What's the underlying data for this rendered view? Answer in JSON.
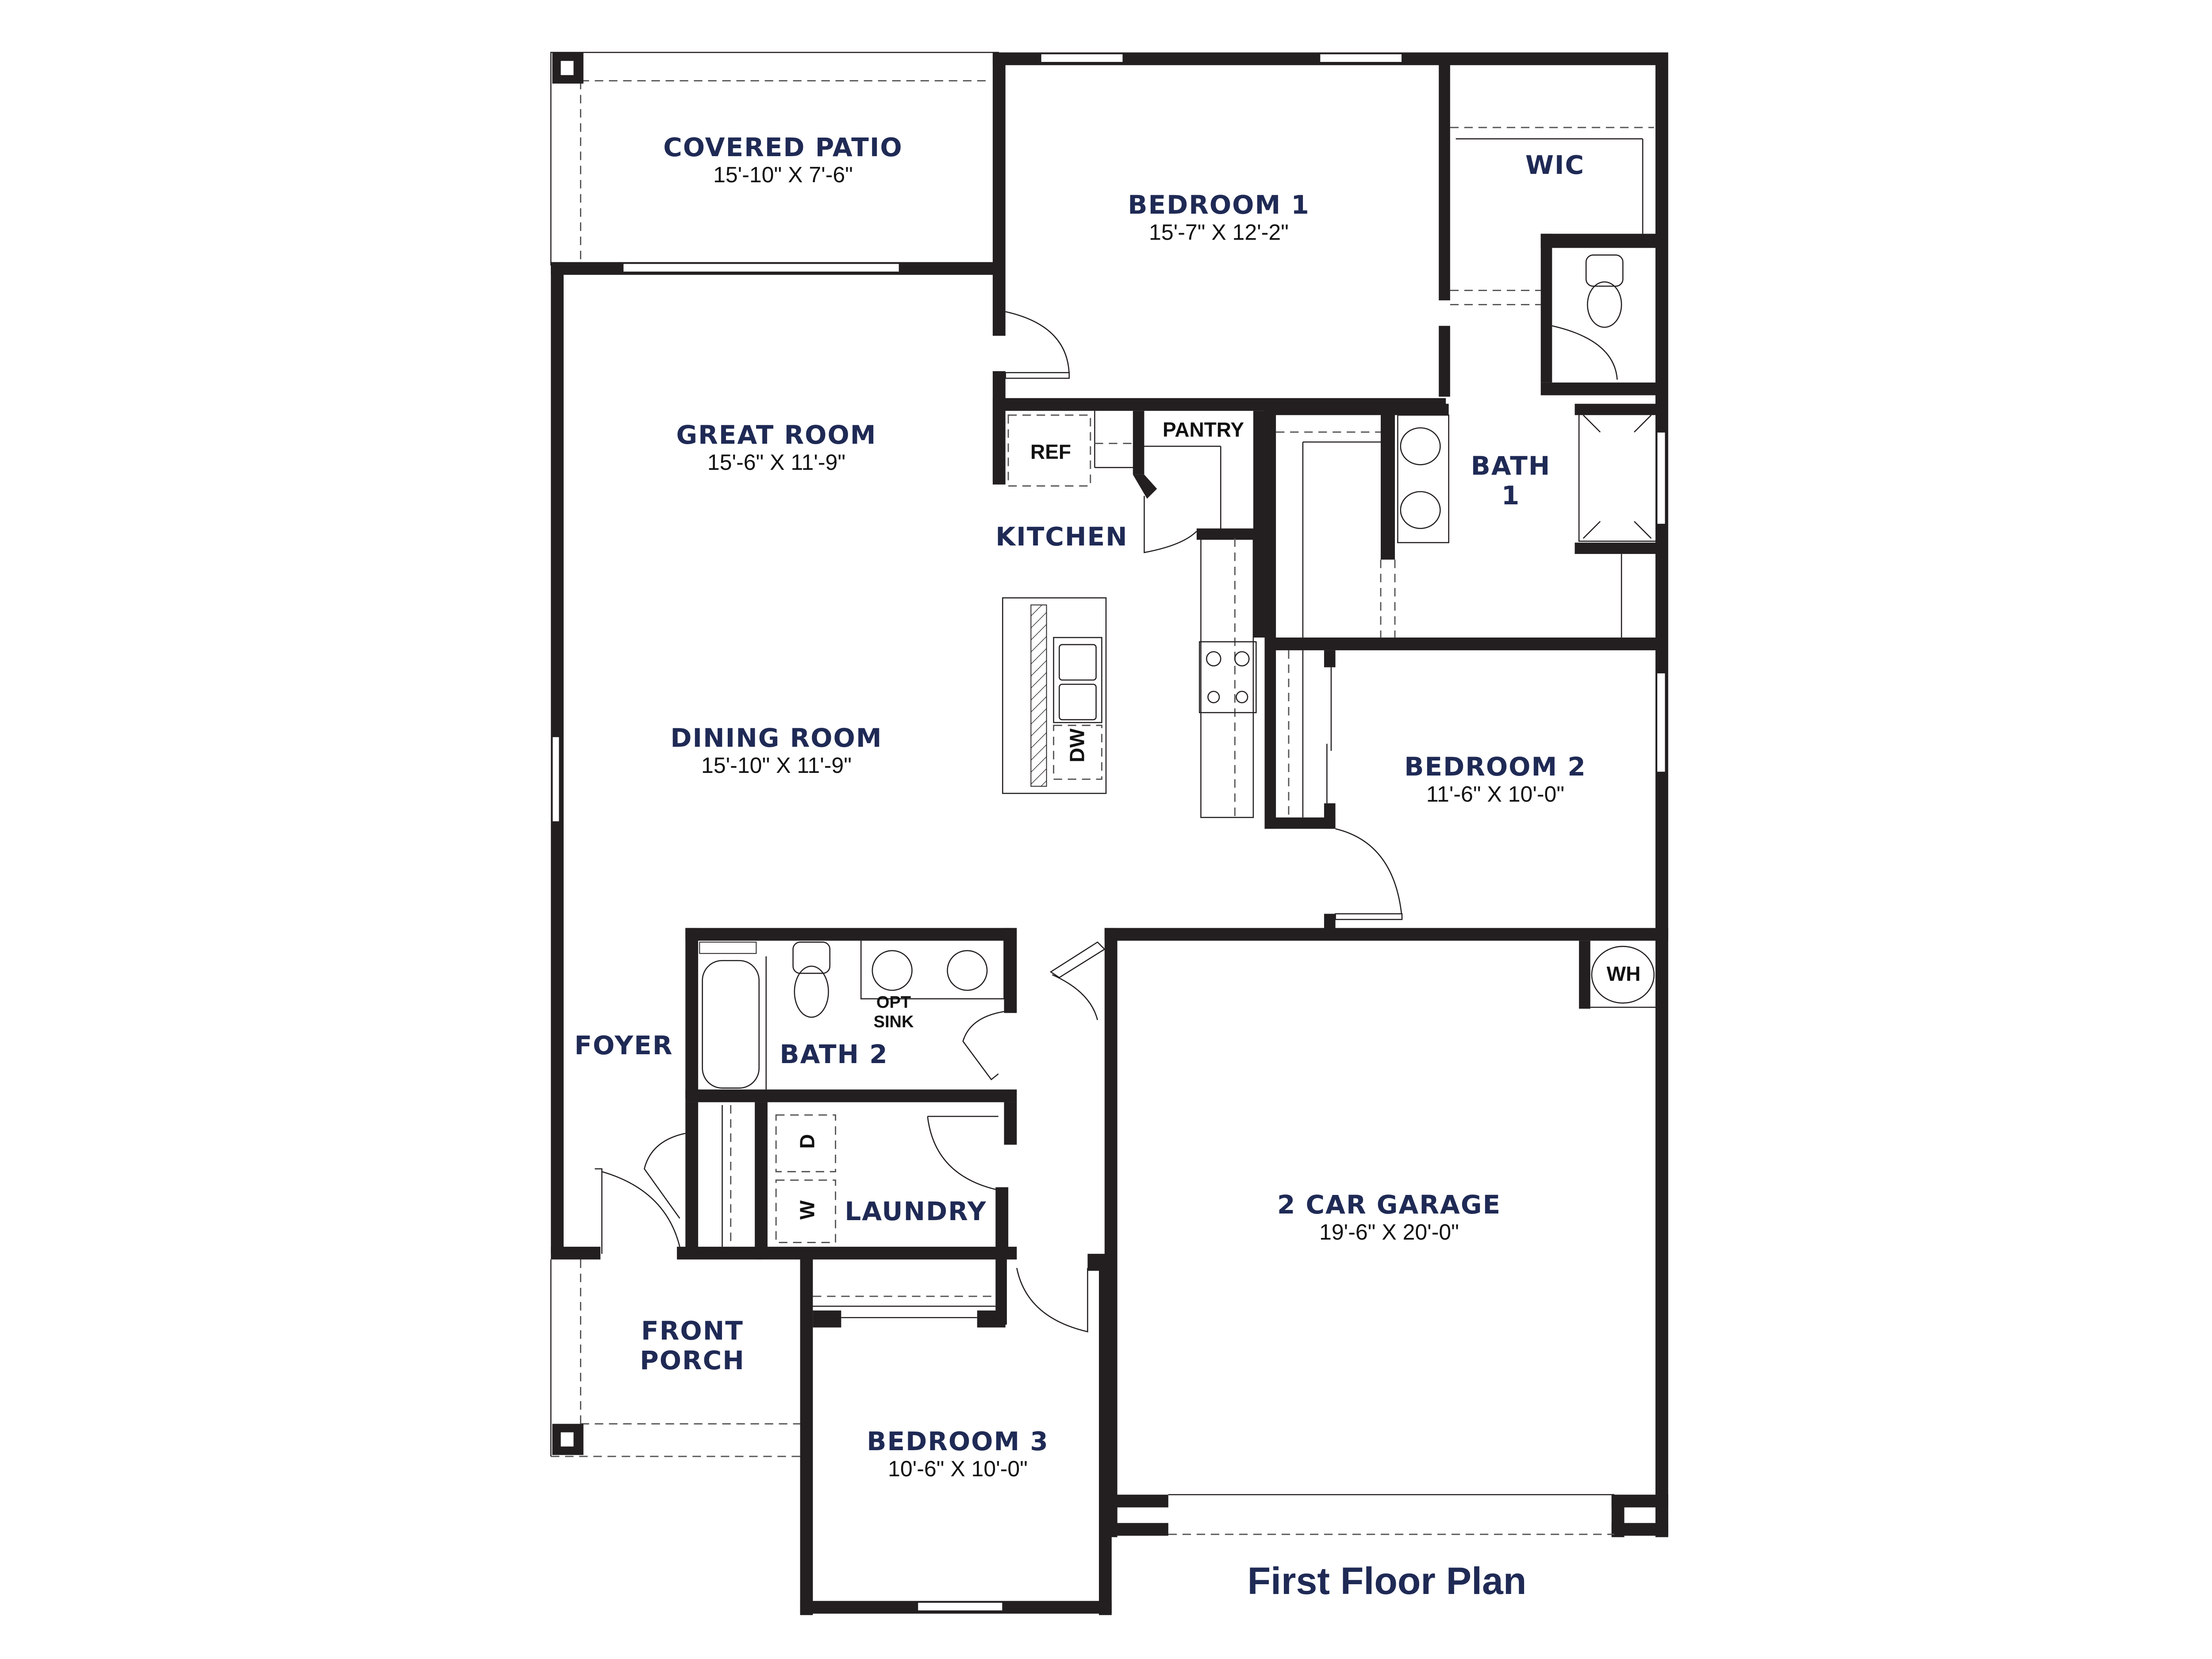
{
  "plan": {
    "title": "First Floor Plan",
    "accent_color": "#1f2a55",
    "wall_color": "#231f20"
  },
  "rooms": {
    "covered_patio": {
      "name": "COVERED PATIO",
      "dim": "15'-10\" X 7'-6\""
    },
    "bedroom1": {
      "name": "BEDROOM 1",
      "dim": "15'-7\" X 12'-2\""
    },
    "wic": {
      "name": "WIC"
    },
    "great_room": {
      "name": "GREAT ROOM",
      "dim": "15'-6\" X 11'-9\""
    },
    "kitchen": {
      "name": "KITCHEN"
    },
    "pantry": {
      "name": "PANTRY"
    },
    "bath1": {
      "name": "BATH",
      "name2": "1"
    },
    "dining_room": {
      "name": "DINING ROOM",
      "dim": "15'-10\" X 11'-9\""
    },
    "bedroom2": {
      "name": "BEDROOM 2",
      "dim": "11'-6\" X 10'-0\""
    },
    "foyer": {
      "name": "FOYER"
    },
    "bath2": {
      "name": "BATH 2"
    },
    "laundry": {
      "name": "LAUNDRY"
    },
    "garage": {
      "name": "2 CAR GARAGE",
      "dim": "19'-6\" X 20'-0\""
    },
    "front_porch": {
      "name": "FRONT",
      "name2": "PORCH"
    },
    "bedroom3": {
      "name": "BEDROOM 3",
      "dim": "10'-6\" X 10'-0\""
    }
  },
  "fixtures": {
    "ref": "REF",
    "dw": "DW",
    "opt_sink_1": "OPT",
    "opt_sink_2": "SINK",
    "dryer": "D",
    "washer": "W",
    "water_heater": "WH"
  }
}
